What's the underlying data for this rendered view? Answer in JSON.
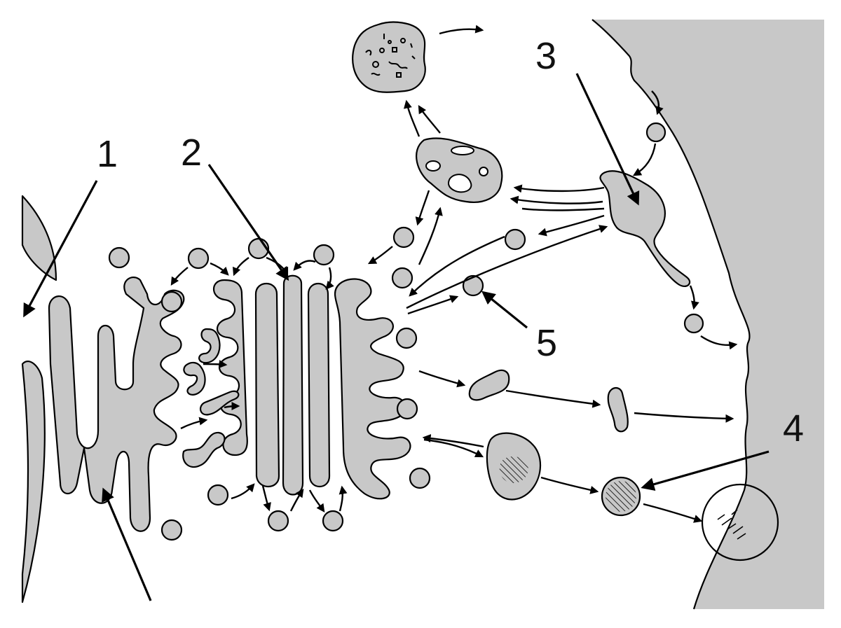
{
  "labels": {
    "one": "1",
    "two": "2",
    "three": "3",
    "four": "4",
    "five": "5"
  },
  "colors": {
    "organelle_fill": "#c8c8c8",
    "outline": "#000000",
    "background": "#ffffff"
  }
}
